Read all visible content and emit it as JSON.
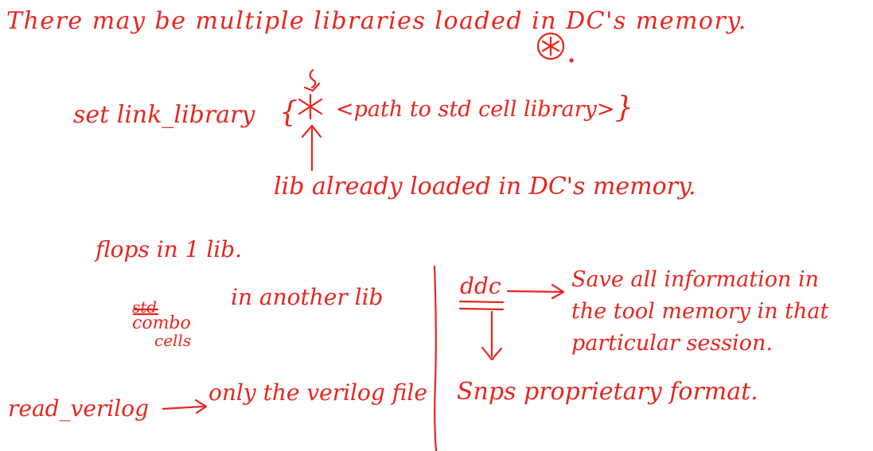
{
  "ink_color": "#e8251f",
  "background_color": "#ffffff",
  "notes": {
    "line1": "There may be multiple libraries loaded in DC's memory.",
    "set_link_library": "set link_library",
    "open_brace": "{",
    "star": "*",
    "path_text": "<path to std cell library>",
    "close_brace": "}",
    "lib_loaded": "lib already loaded in DC's memory.",
    "flops": "flops in 1 lib.",
    "std": "std",
    "combo": "combo",
    "cells": "cells",
    "another_lib": "in another lib",
    "ddc": "ddc",
    "save_info_1": "Save all information in",
    "save_info_2": "the tool memory in that",
    "save_info_3": "particular session.",
    "snps": "Snps proprietary format.",
    "read_verilog": "read_verilog",
    "only_verilog": "only the verilog file"
  },
  "icons": {
    "circled_star": "circled-asterisk-icon",
    "down_arrow": "down-arrow-icon",
    "up_arrow": "up-arrow-icon",
    "right_arrow": "right-arrow-icon",
    "divider": "vertical-divider-line"
  }
}
